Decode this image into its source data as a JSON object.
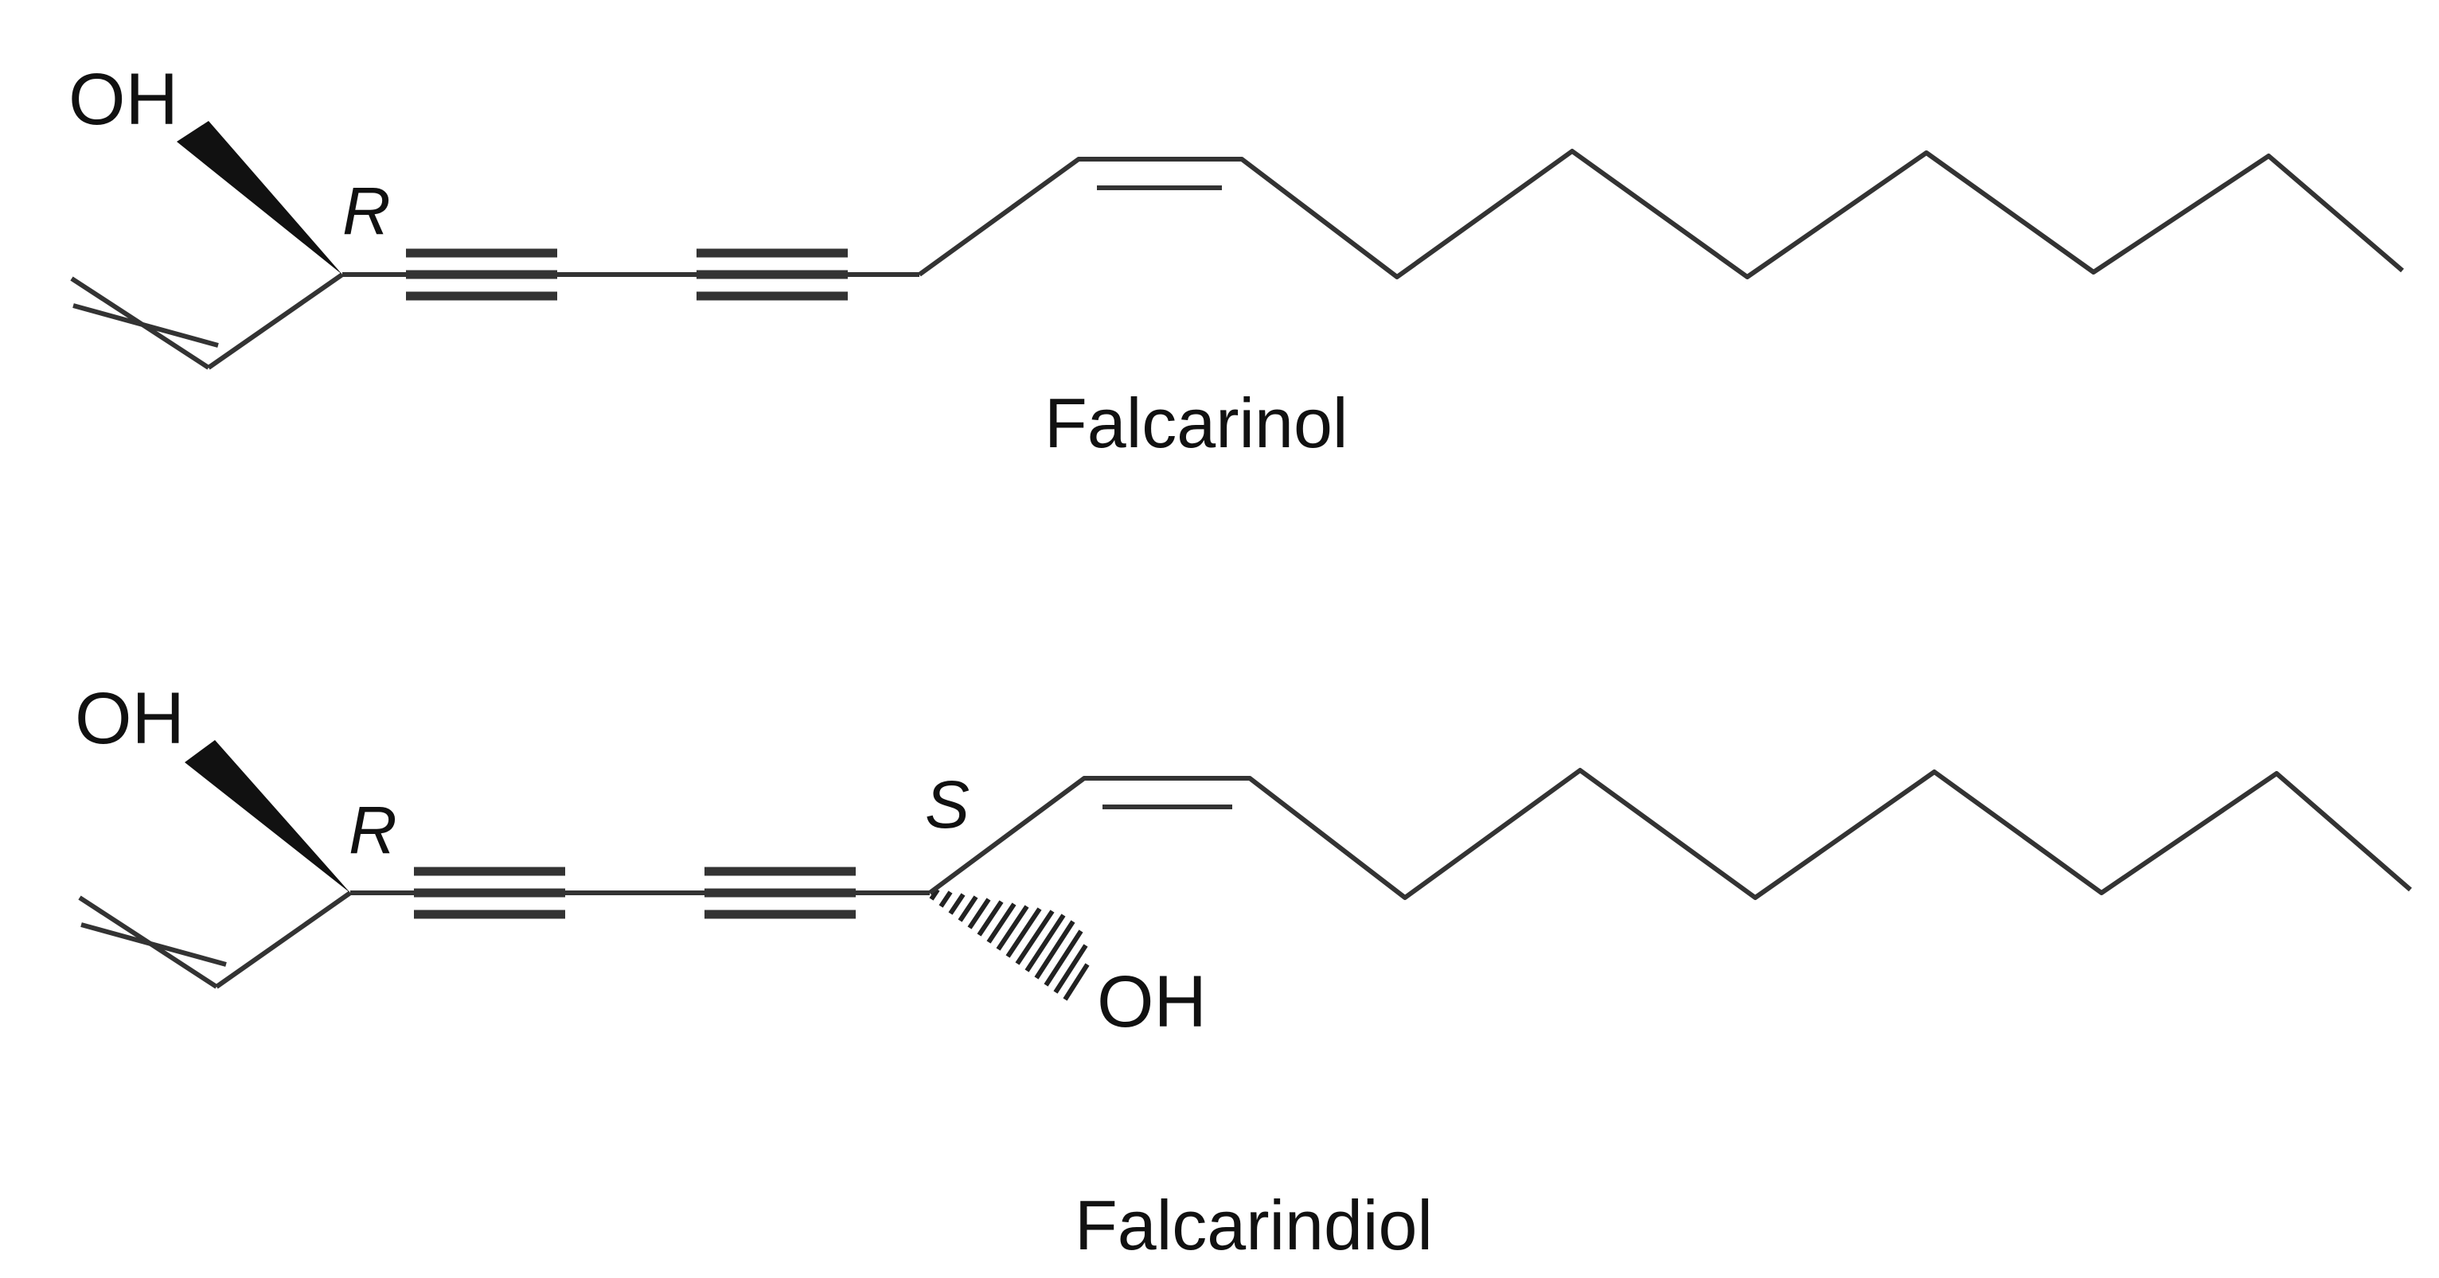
{
  "molecules": [
    {
      "name": "Falcarinol",
      "labels": {
        "hydroxyl_1": "OH",
        "stereo_1": "R"
      }
    },
    {
      "name": "Falcarindiol",
      "labels": {
        "hydroxyl_1": "OH",
        "stereo_1": "R",
        "stereo_2": "S",
        "hydroxyl_2": "OH"
      }
    }
  ],
  "colors": {
    "bond": "#333333",
    "text": "#111111",
    "background": "#ffffff"
  }
}
